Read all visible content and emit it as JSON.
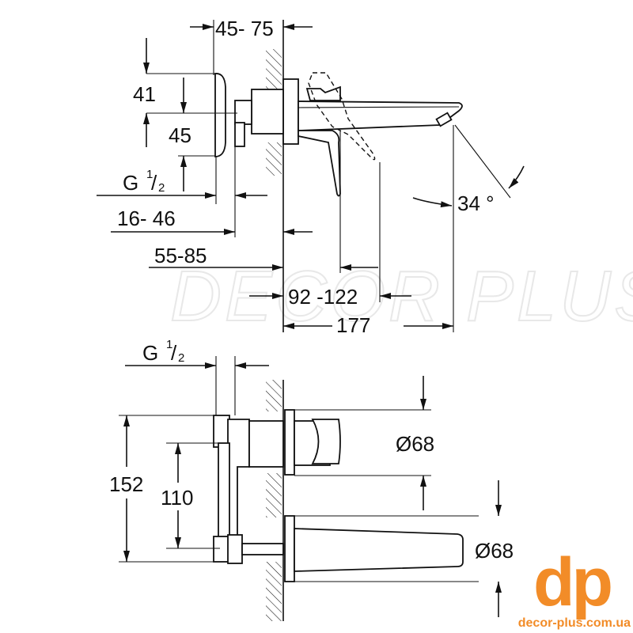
{
  "watermark": "DECOR PLUS",
  "top_view": {
    "dim_projection": "45- 75",
    "dim_41": "41",
    "dim_45": "45",
    "thread_g": "G",
    "thread_num": "1",
    "thread_den": "2",
    "dim_16_46": "16- 46",
    "dim_55_85": "55-85",
    "dim_92_122": "92 -122",
    "dim_177": "177",
    "angle": "34 °"
  },
  "front_view": {
    "thread_g": "G",
    "thread_num": "1",
    "thread_den": "2",
    "dim_152": "152",
    "dim_110": "110",
    "diameter_top": "Ø68",
    "diameter_bottom": "Ø68"
  },
  "logo": {
    "mark": "dp",
    "url_text": "decor-plus.com.ua",
    "color": "#f28c28"
  }
}
